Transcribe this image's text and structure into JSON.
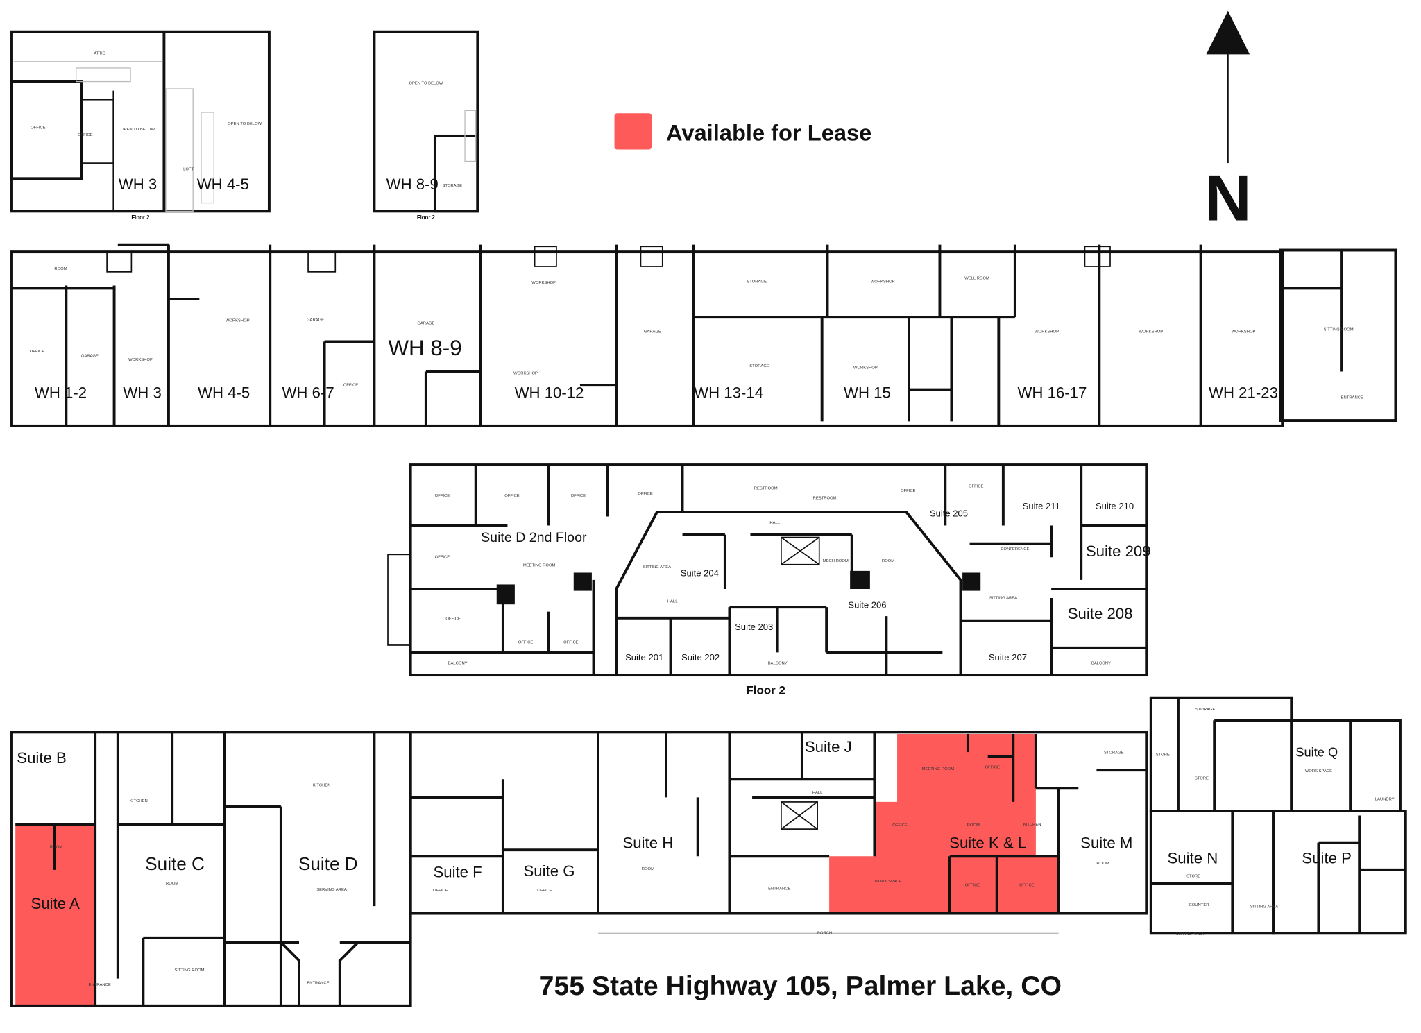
{
  "legend": {
    "label": "Available for Lease",
    "color": "#FF5A5A"
  },
  "north": {
    "label": "N",
    "icon": "north-arrow-icon"
  },
  "address": "755 State Highway 105, Palmer Lake, CO",
  "upper_floor_plans": {
    "wh3_45": {
      "labels": [
        "WH 3",
        "WH 4-5"
      ],
      "floor": "Floor 2",
      "rooms": [
        "ATTIC",
        "OFFICE",
        "OFFICE",
        "OPEN TO BELOW",
        "LOFT",
        "OPEN TO BELOW"
      ]
    },
    "wh89": {
      "labels": [
        "WH 8-9"
      ],
      "floor": "Floor 2",
      "rooms": [
        "OPEN TO BELOW",
        "STORAGE"
      ]
    }
  },
  "warehouses": [
    "WH 1-2",
    "WH 3",
    "WH 4-5",
    "WH 6-7",
    "WH 8-9",
    "WH 10-12",
    "WH 13-14",
    "WH 15",
    "WH 16-17",
    "WH 21-23"
  ],
  "floor2": {
    "caption": "Floor 2",
    "suites": [
      "Suite D 2nd Floor",
      "Suite 205",
      "Suite 211",
      "Suite 210",
      "Suite 209",
      "Suite 204",
      "Suite 206",
      "Suite 208",
      "Suite 203",
      "Suite 201",
      "Suite 202",
      "Suite 207"
    ],
    "rooms": [
      "OFFICE",
      "MEETING ROOM",
      "HALL",
      "SITTING AREA",
      "RESTROOM",
      "MECH ROOM",
      "CONFERENCE",
      "BALCONY"
    ]
  },
  "ground": {
    "suites": [
      {
        "name": "Suite B",
        "available": false
      },
      {
        "name": "Suite A",
        "available": true
      },
      {
        "name": "Suite C",
        "available": false
      },
      {
        "name": "Suite D",
        "available": false
      },
      {
        "name": "Suite F",
        "available": false
      },
      {
        "name": "Suite G",
        "available": false
      },
      {
        "name": "Suite H",
        "available": false
      },
      {
        "name": "Suite J",
        "available": false
      },
      {
        "name": "Suite K & L",
        "available": true
      },
      {
        "name": "Suite M",
        "available": false
      },
      {
        "name": "Suite N",
        "available": false
      },
      {
        "name": "Suite P",
        "available": false
      },
      {
        "name": "Suite Q",
        "available": false
      }
    ],
    "rooms": [
      "PORCH",
      "ENTRANCE",
      "KITCHEN",
      "SERVING AREA",
      "SITTING ROOM",
      "MEETING ROOM",
      "OFFICE",
      "WORK SPACE",
      "HALL",
      "STORAGE",
      "STORE",
      "COUNTER",
      "SITTING AREA",
      "LAUNDRY"
    ]
  }
}
